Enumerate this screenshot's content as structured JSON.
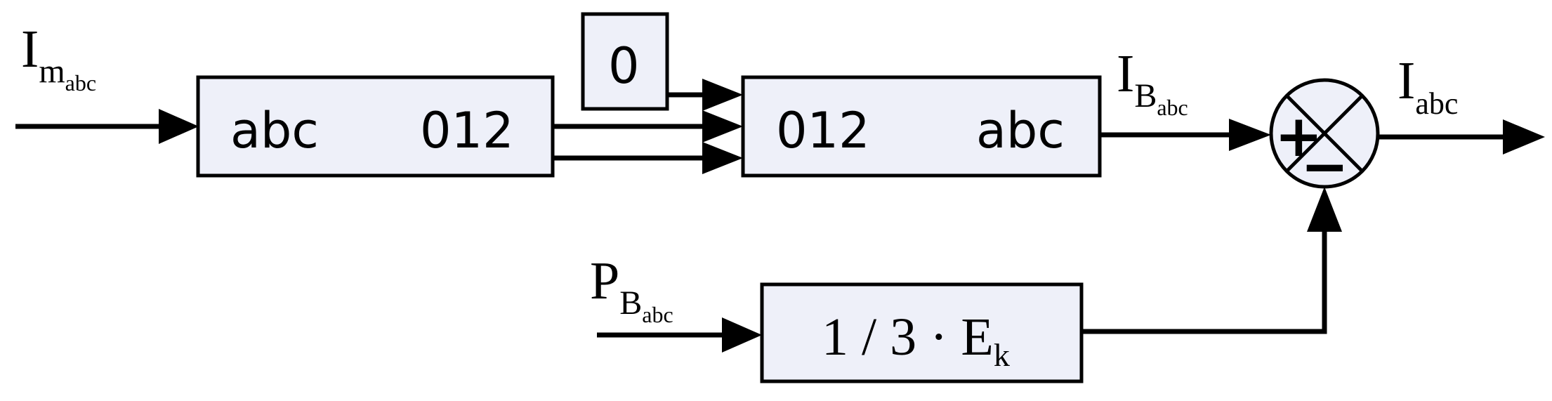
{
  "labels": {
    "input_main": "I",
    "input_main_sub": "m",
    "input_main_subsub": "abc",
    "input_pos": "P",
    "input_pos_sub": "B",
    "input_pos_subsub": "abc",
    "intermediate": "I",
    "intermediate_sub": "B",
    "intermediate_subsub": "abc",
    "output": "I",
    "output_sub": "abc"
  },
  "blocks": {
    "transform_in": {
      "left": "abc",
      "right": "012"
    },
    "constant": "0",
    "transform_out": {
      "left": "012",
      "right": "abc"
    },
    "gain": {
      "expr": "1 / 3 · E",
      "sub": "k"
    }
  },
  "summing_junction": {
    "plus": "+",
    "minus": "−"
  }
}
